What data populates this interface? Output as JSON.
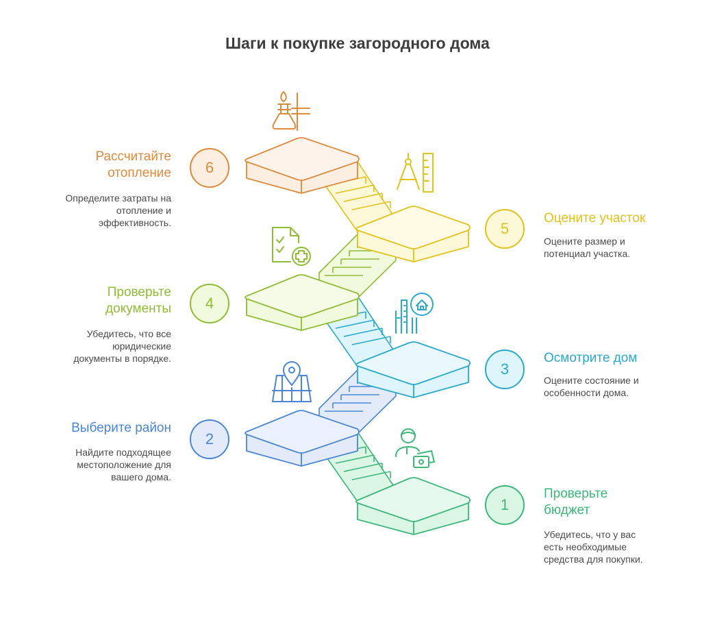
{
  "title": "Шаги к покупке загородного дома",
  "steps": [
    {
      "number": "1",
      "title_lines": [
        "Проверьте",
        "бюджет"
      ],
      "desc_lines": [
        "Убедитесь, что у вас",
        "есть необходимые",
        "средства для покупки."
      ],
      "color": "#3cb878",
      "fill": "#dcf6e6",
      "icon": "person-money-icon"
    },
    {
      "number": "2",
      "title_lines": [
        "Выберите район"
      ],
      "desc_lines": [
        "Найдите подходящее",
        "местоположение для",
        "вашего дома."
      ],
      "color": "#4a86d8",
      "fill": "#e3ebfb",
      "icon": "map-pin-icon"
    },
    {
      "number": "3",
      "title_lines": [
        "Осмотрите дом"
      ],
      "desc_lines": [
        "Оцените состояние и",
        "особенности дома."
      ],
      "color": "#2aa9cc",
      "fill": "#ddf5fb",
      "icon": "house-inspection-icon"
    },
    {
      "number": "4",
      "title_lines": [
        "Проверьте",
        "документы"
      ],
      "desc_lines": [
        "Убедитесь, что все",
        "юридические",
        "документы в порядке."
      ],
      "color": "#8fbd34",
      "fill": "#f1fadc",
      "icon": "document-check-icon"
    },
    {
      "number": "5",
      "title_lines": [
        "Оцените участок"
      ],
      "desc_lines": [
        "Оцените размер и",
        "потенциал участка."
      ],
      "color": "#e2c21c",
      "fill": "#fdf8d8",
      "icon": "compass-ruler-icon"
    },
    {
      "number": "6",
      "title_lines": [
        "Рассчитайте",
        "отопление"
      ],
      "desc_lines": [
        "Определите затраты на",
        "отопление и",
        "эффективность."
      ],
      "color": "#e08a3c",
      "fill": "#fdeee2",
      "icon": "heating-flame-icon"
    }
  ]
}
